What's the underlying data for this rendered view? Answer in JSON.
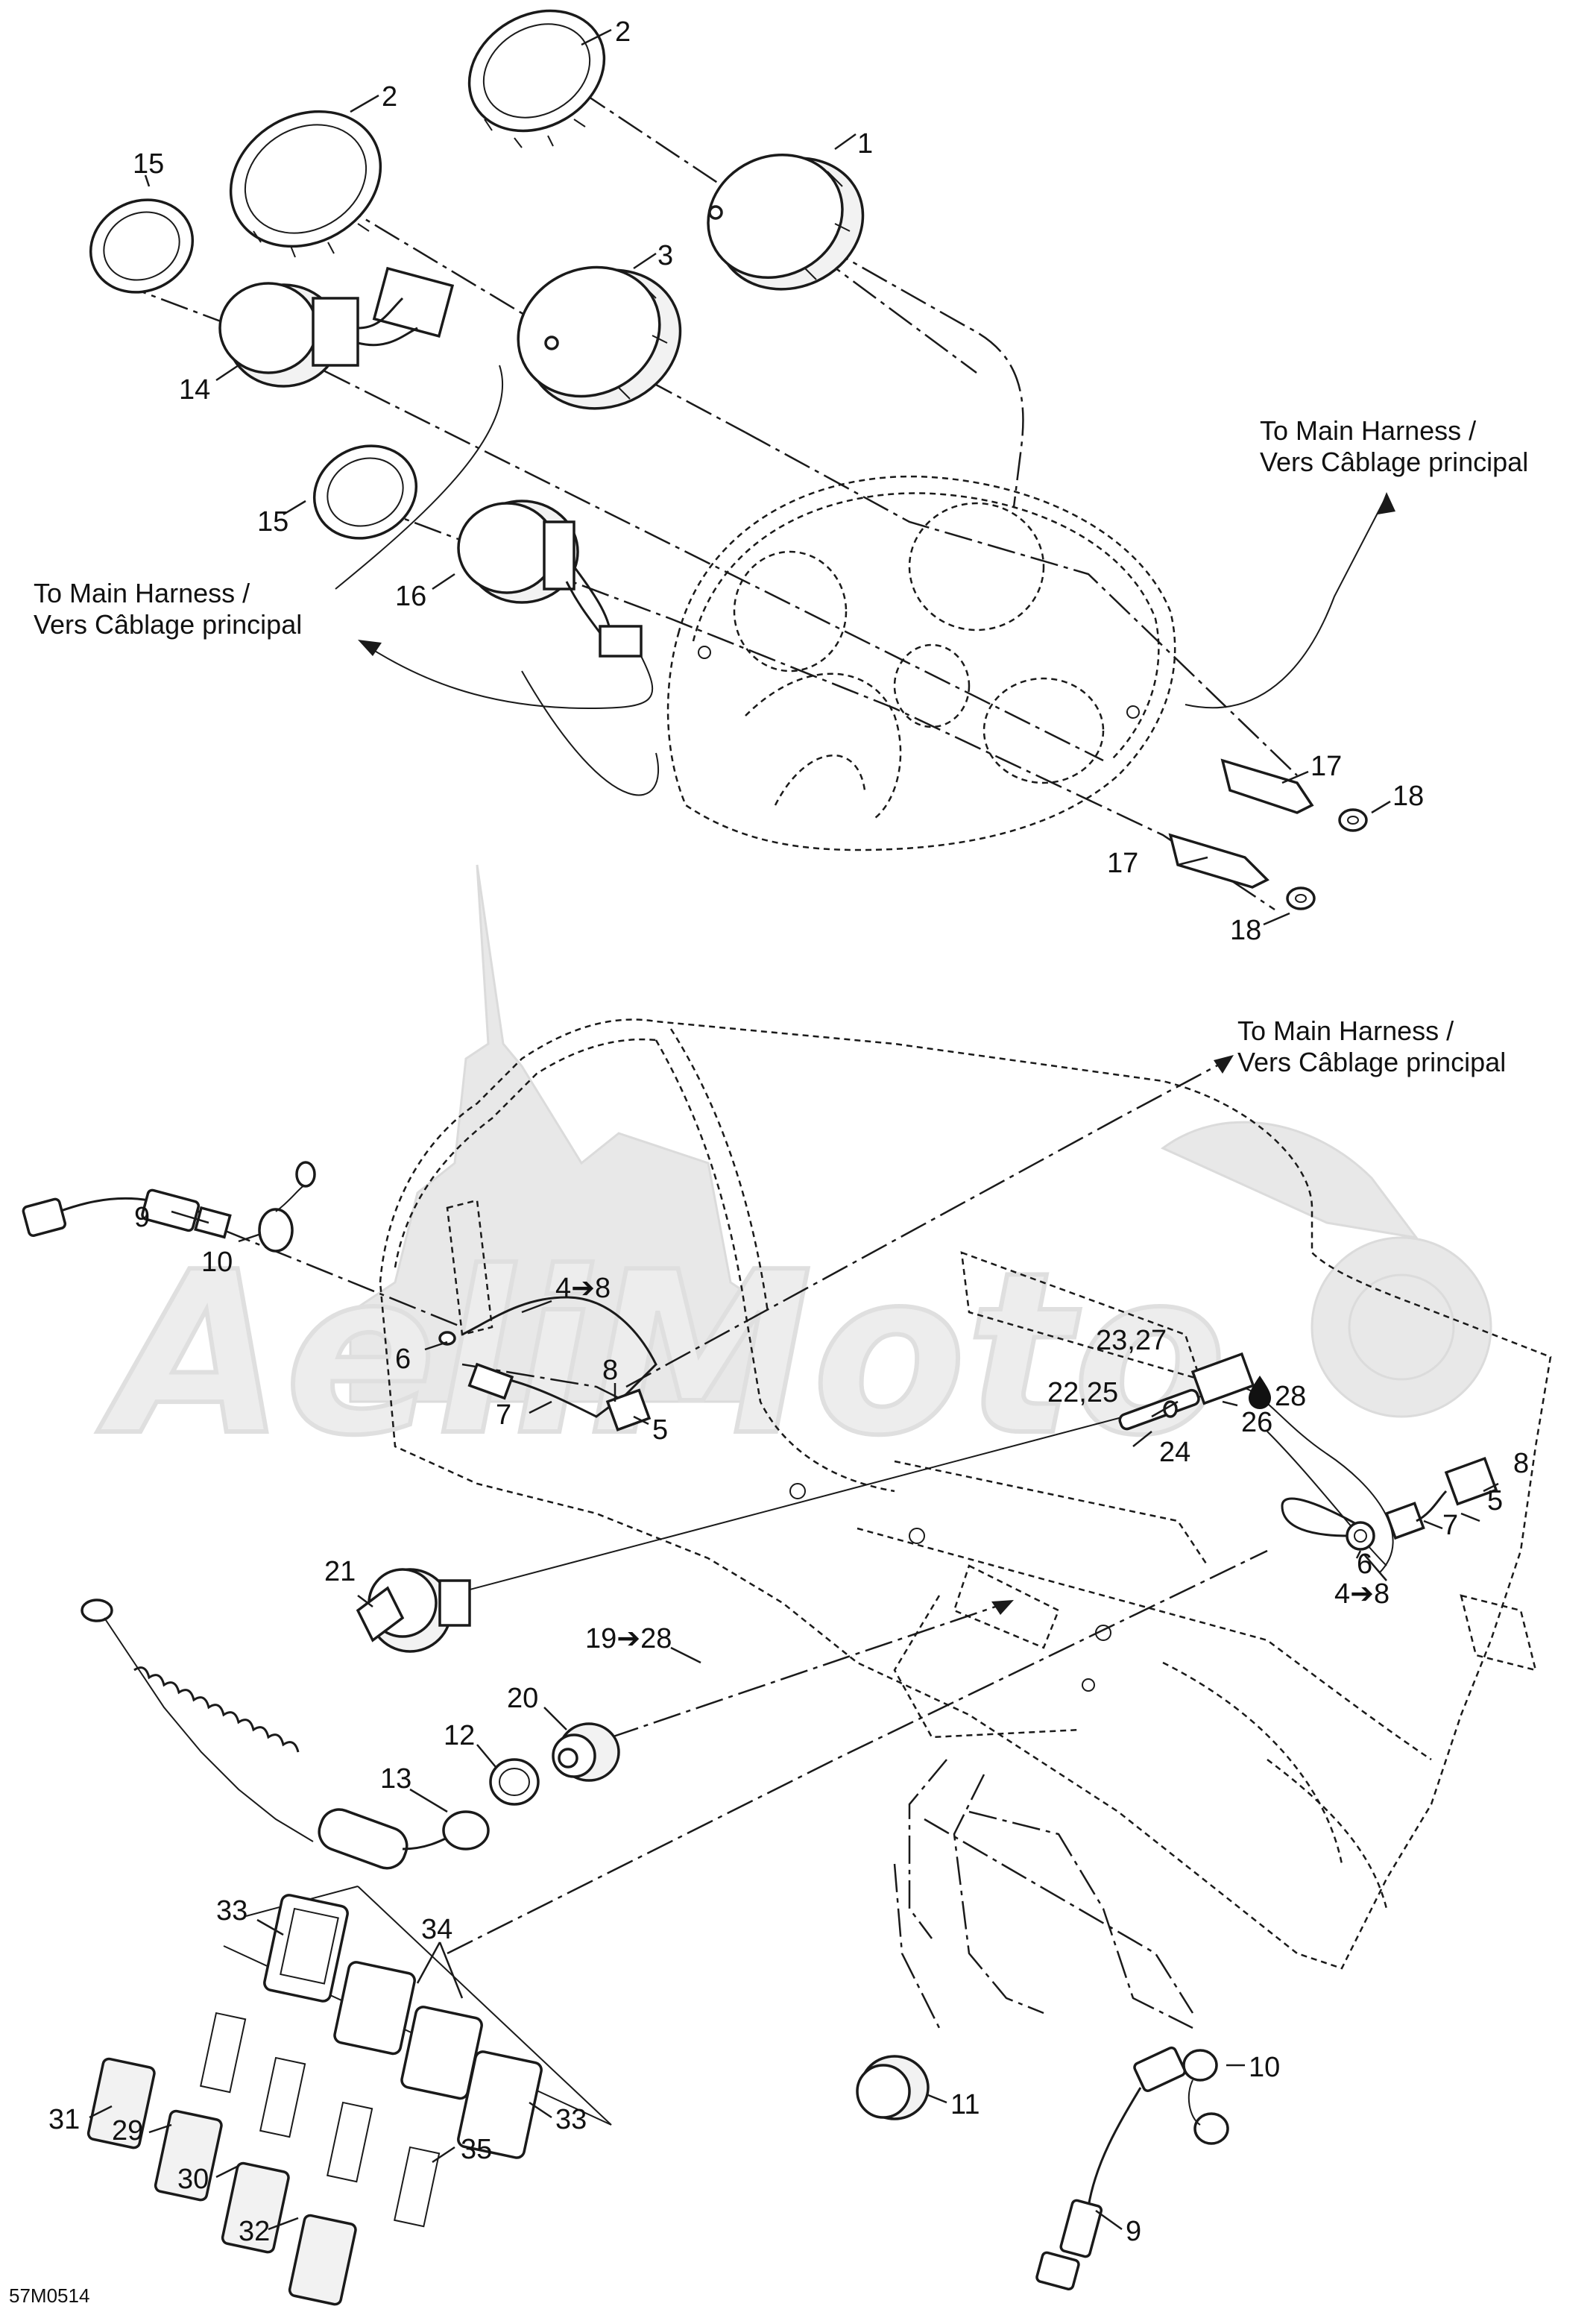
{
  "figure_id": "57M0514",
  "watermark": "AeliMoto",
  "harness_labels": [
    {
      "id": "h1",
      "line1": "To Main Harness /",
      "line2": "Vers Câblage principal"
    },
    {
      "id": "h2",
      "line1": "To Main Harness /",
      "line2": "Vers Câblage principal"
    },
    {
      "id": "h3",
      "line1": "To Main Harness /",
      "line2": "Vers Câblage principal"
    }
  ],
  "callouts": [
    {
      "id": "c1",
      "text": "1"
    },
    {
      "id": "c2a",
      "text": "2"
    },
    {
      "id": "c2b",
      "text": "2"
    },
    {
      "id": "c3",
      "text": "3"
    },
    {
      "id": "c15a",
      "text": "15"
    },
    {
      "id": "c14",
      "text": "14"
    },
    {
      "id": "c15b",
      "text": "15"
    },
    {
      "id": "c16",
      "text": "16"
    },
    {
      "id": "c17a",
      "text": "17"
    },
    {
      "id": "c18a",
      "text": "18"
    },
    {
      "id": "c17b",
      "text": "17"
    },
    {
      "id": "c18b",
      "text": "18"
    },
    {
      "id": "c9a",
      "text": "9"
    },
    {
      "id": "c10a",
      "text": "10"
    },
    {
      "id": "c48a",
      "text": "4➔8"
    },
    {
      "id": "c6a",
      "text": "6"
    },
    {
      "id": "c8a",
      "text": "8"
    },
    {
      "id": "c7a",
      "text": "7"
    },
    {
      "id": "c5a",
      "text": "5"
    },
    {
      "id": "c2327",
      "text": "23,27"
    },
    {
      "id": "c2225",
      "text": "22,25"
    },
    {
      "id": "c28",
      "text": "28"
    },
    {
      "id": "c26",
      "text": "26"
    },
    {
      "id": "c24",
      "text": "24"
    },
    {
      "id": "c8b",
      "text": "8"
    },
    {
      "id": "c5b",
      "text": "5"
    },
    {
      "id": "c7b",
      "text": "7"
    },
    {
      "id": "c6b",
      "text": "6"
    },
    {
      "id": "c48b",
      "text": "4➔8"
    },
    {
      "id": "c21",
      "text": "21"
    },
    {
      "id": "c1928",
      "text": "19➔28"
    },
    {
      "id": "c20",
      "text": "20"
    },
    {
      "id": "c12",
      "text": "12"
    },
    {
      "id": "c13",
      "text": "13"
    },
    {
      "id": "c33a",
      "text": "33"
    },
    {
      "id": "c34",
      "text": "34"
    },
    {
      "id": "c31",
      "text": "31"
    },
    {
      "id": "c29",
      "text": "29"
    },
    {
      "id": "c30",
      "text": "30"
    },
    {
      "id": "c32",
      "text": "32"
    },
    {
      "id": "c35",
      "text": "35"
    },
    {
      "id": "c33b",
      "text": "33"
    },
    {
      "id": "c11",
      "text": "11"
    },
    {
      "id": "c10b",
      "text": "10"
    },
    {
      "id": "c9b",
      "text": "9"
    }
  ]
}
